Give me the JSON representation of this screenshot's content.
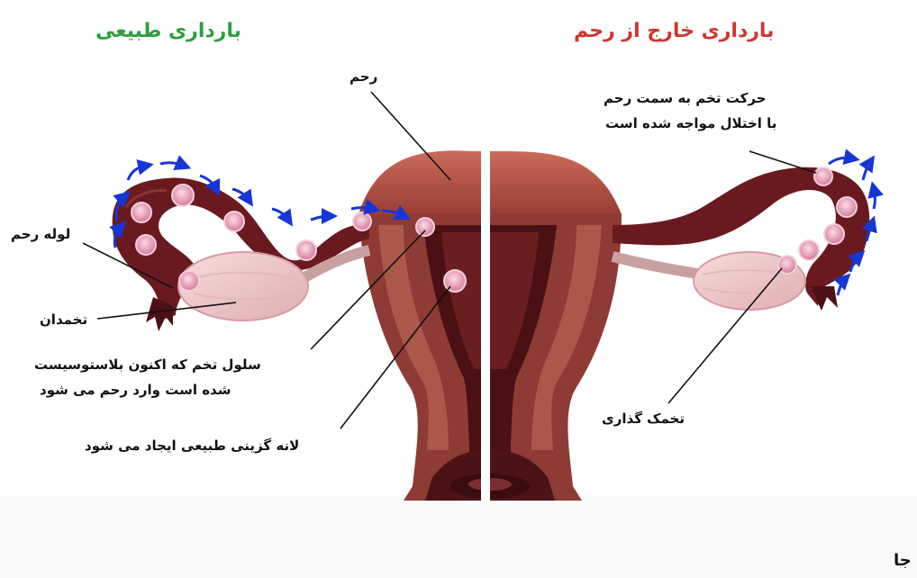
{
  "titles": {
    "normal": "بارداری طبیعی",
    "ectopic": "بارداری خارج  از رحم"
  },
  "labels": {
    "uterus": "رحم",
    "fallopian_tube": "لوله رحم",
    "ovary": "تخمدان",
    "blastocyst_line1": "سلول تخم که اکنون بلاستوسیست",
    "blastocyst_line2": "شده است وارد رحم می شود",
    "implantation": "لانه گزینی طبیعی ایجاد می شود",
    "movement_line1": "حرکت تخم به سمت رحم",
    "movement_line2": "با اختلال مواجه شده است",
    "ovulation": "تخمک گذاری"
  },
  "corner_text": "جا",
  "colors": {
    "normal_title": "#2e9e3e",
    "ectopic_title": "#d0352e",
    "tissue_dark": "#5c1418",
    "tissue_mid": "#8a2f2c",
    "tissue_light": "#b4584c",
    "ovary": "#eec7c7",
    "egg": "#e89ab3",
    "arrow": "#1636d6"
  },
  "icons": {
    "motion_arrow": "blue-curved-arrow-icon"
  }
}
